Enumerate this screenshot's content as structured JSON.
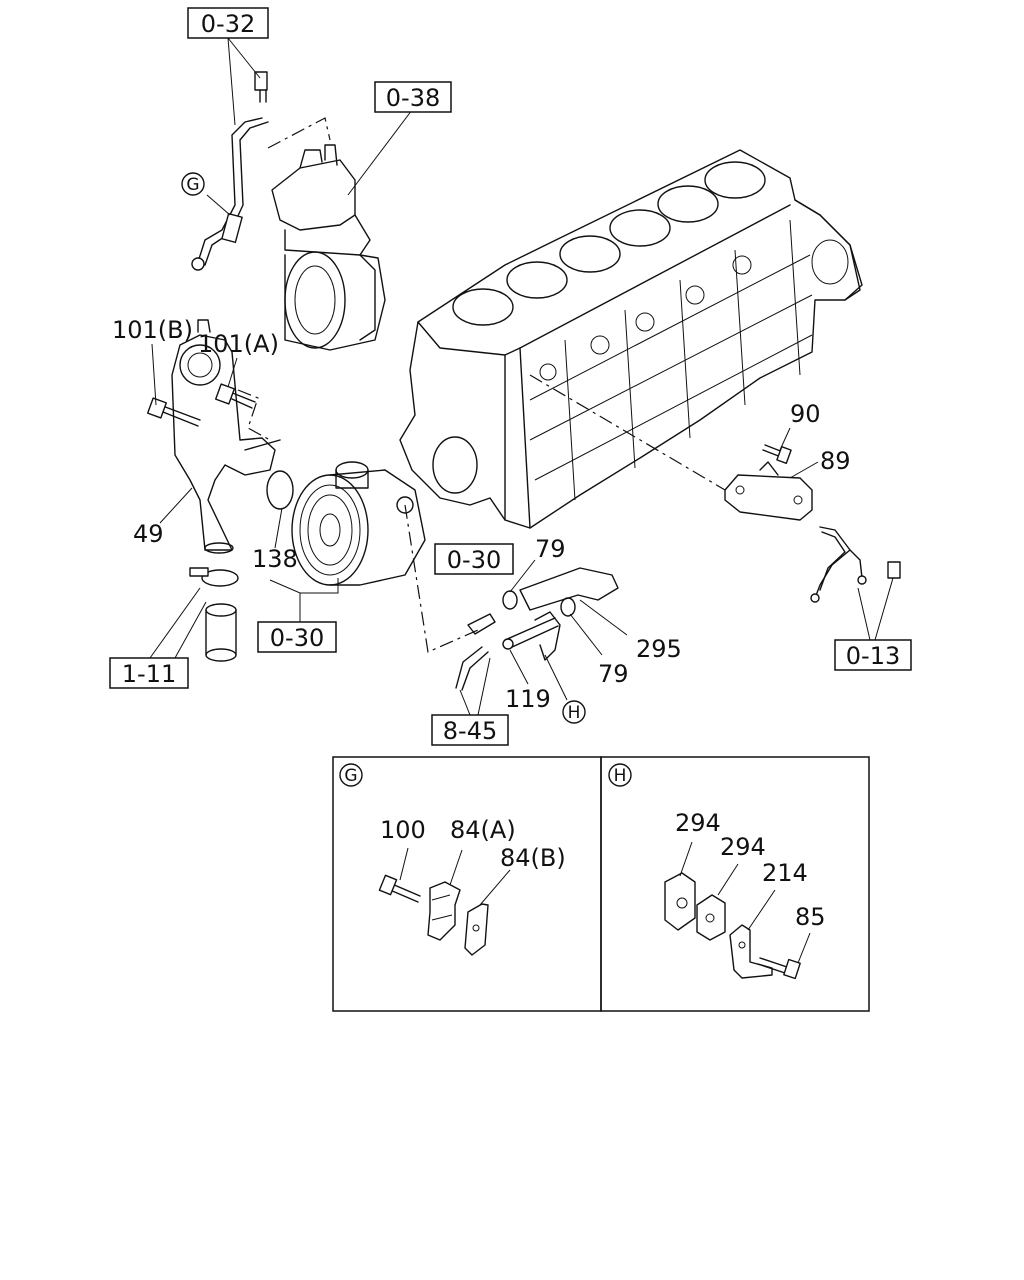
{
  "refs": {
    "r032": "0-32",
    "r038": "0-38",
    "r030a": "0-30",
    "r030b": "0-30",
    "r111": "1-11",
    "r845": "8-45",
    "r013": "0-13"
  },
  "parts": {
    "p101b": "101(B)",
    "p101a": "101(A)",
    "p49": "49",
    "p138": "138",
    "p90": "90",
    "p89": "89",
    "p79a": "79",
    "p79b": "79",
    "p295": "295",
    "p119": "119",
    "p100": "100",
    "p84a": "84(A)",
    "p84b": "84(B)",
    "p294a": "294",
    "p294b": "294",
    "p214": "214",
    "p85": "85"
  },
  "markers": {
    "g": "G",
    "h": "H",
    "g_panel": "G",
    "h_panel": "H"
  }
}
